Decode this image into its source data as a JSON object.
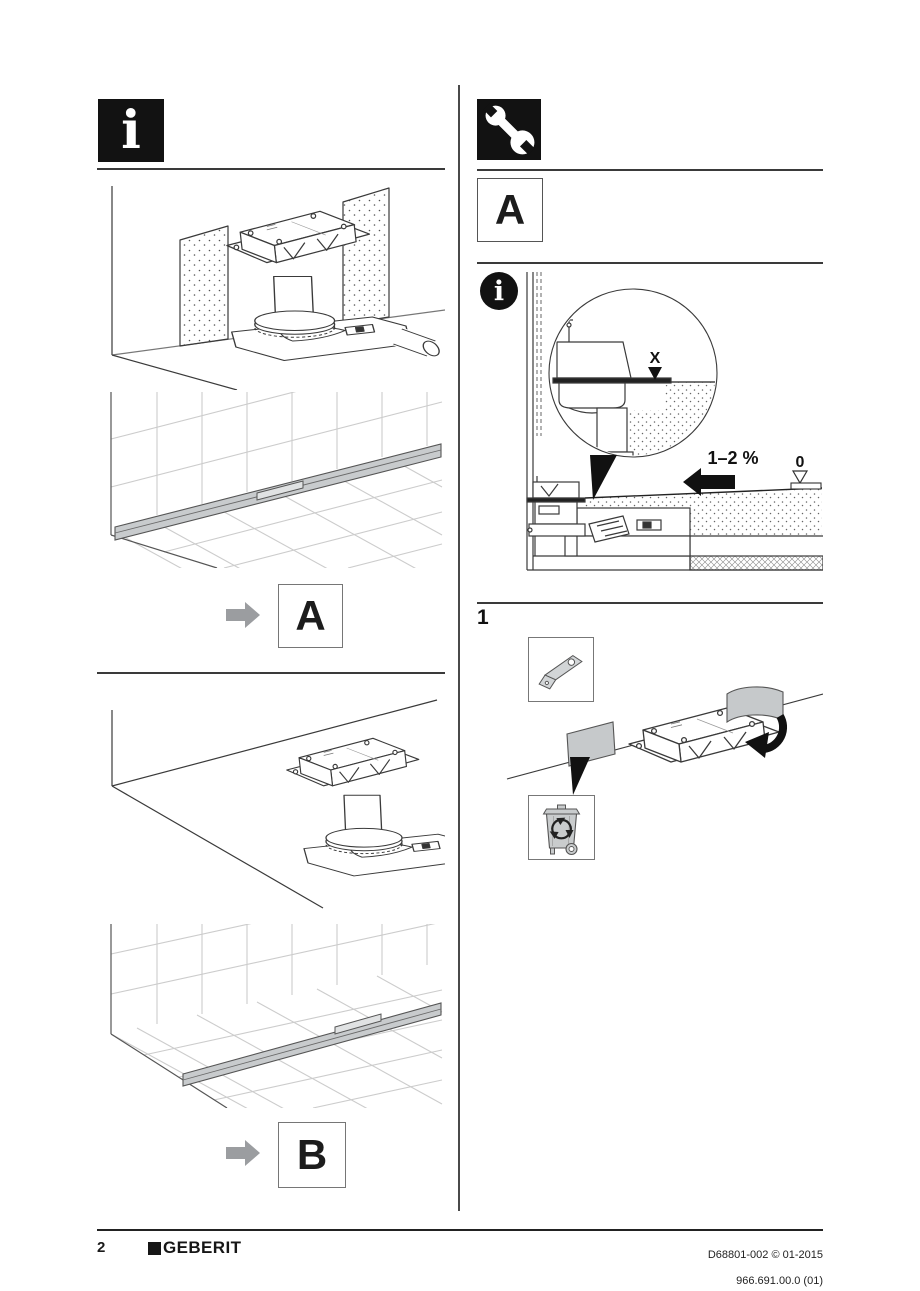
{
  "icons": {
    "info_glyph": "i",
    "top_left": "info-icon",
    "top_right": "wrench-icon",
    "step_tool": "utility-knife-icon",
    "disposal": "recycle-bin-icon",
    "result_arrow": "arrow-right-icon",
    "slope_arrow": "arrow-left-icon",
    "peel_arrow": "curved-arrow-icon"
  },
  "left_column": {
    "result_a_label": "A",
    "result_b_label": "B"
  },
  "right_column": {
    "section_label": "A",
    "step_number": "1",
    "cross_section": {
      "x_label": "X",
      "slope_label": "1–2 %",
      "zero_label": "0"
    }
  },
  "footer": {
    "page_number": "2",
    "brand": "GEBERIT",
    "doc_id": "D68801-002 © 01-2015",
    "article_number": "966.691.00.0 (01)"
  },
  "colors": {
    "icon_bg": "#121212",
    "line": "#3a3a3a",
    "gray_arrow": "#9b9da0",
    "strip_gray": "#c6c9cb",
    "grout": "#cccccc"
  }
}
